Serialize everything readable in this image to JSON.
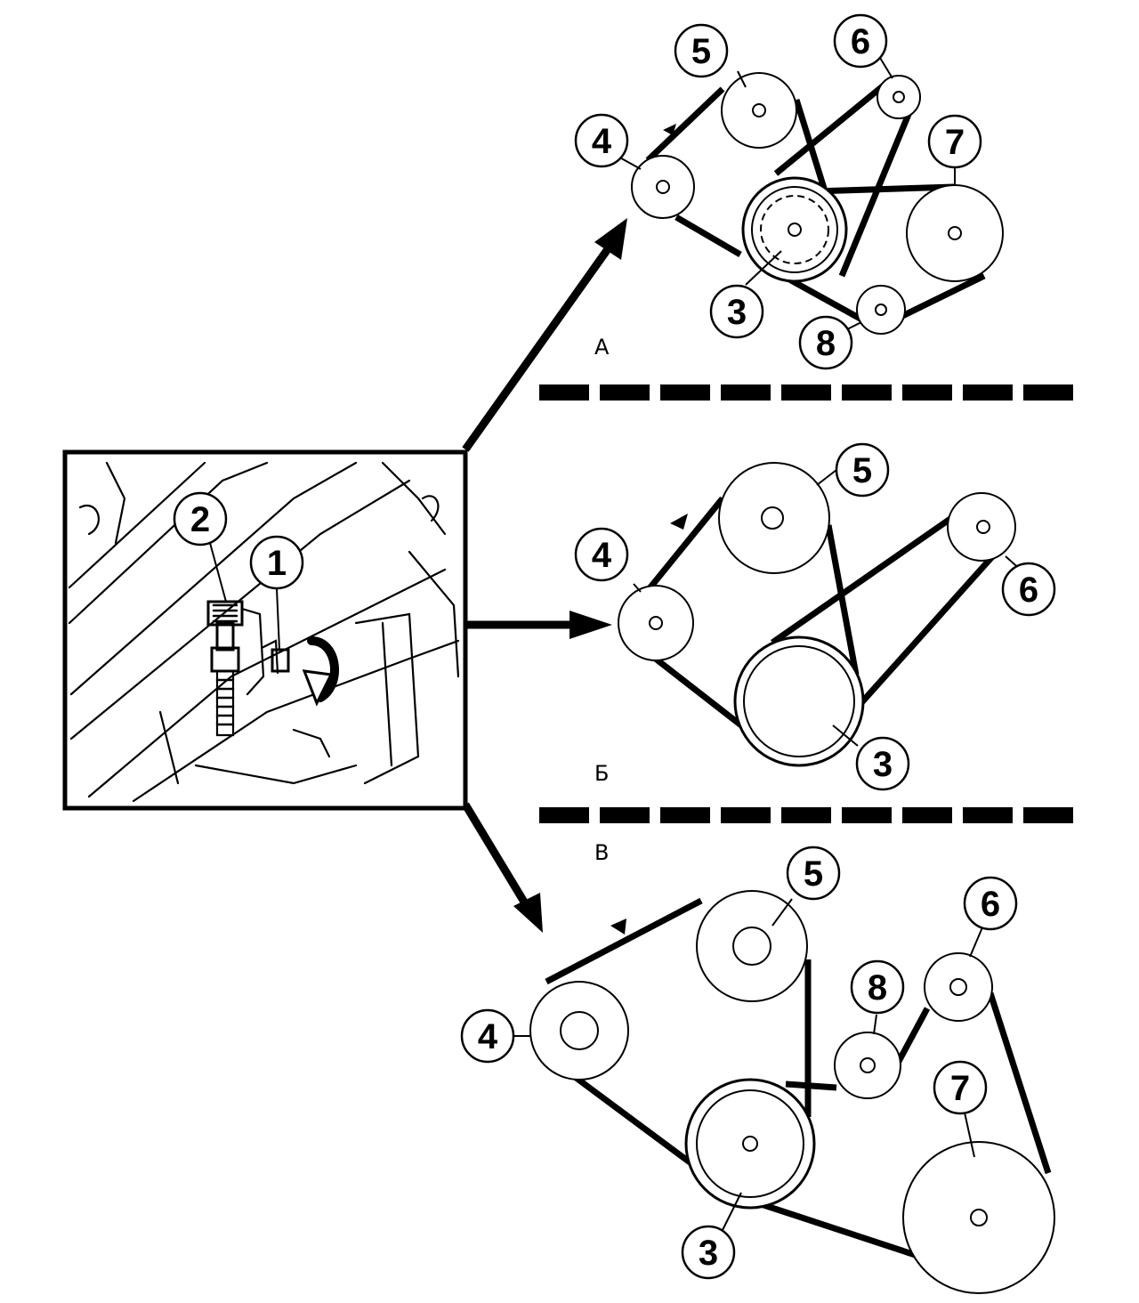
{
  "inset": {
    "callouts": [
      {
        "id": "c-2",
        "label": "2"
      },
      {
        "id": "c-1",
        "label": "1"
      }
    ]
  },
  "sections": [
    {
      "id": "A",
      "label": "А"
    },
    {
      "id": "B",
      "label": "Б"
    },
    {
      "id": "C",
      "label": "В"
    }
  ],
  "diagrams": {
    "A": {
      "callouts": [
        "5",
        "6",
        "4",
        "7",
        "3",
        "8"
      ]
    },
    "B": {
      "callouts": [
        "5",
        "4",
        "6",
        "3"
      ]
    },
    "C": {
      "callouts": [
        "5",
        "6",
        "8",
        "4",
        "7",
        "3"
      ]
    }
  }
}
